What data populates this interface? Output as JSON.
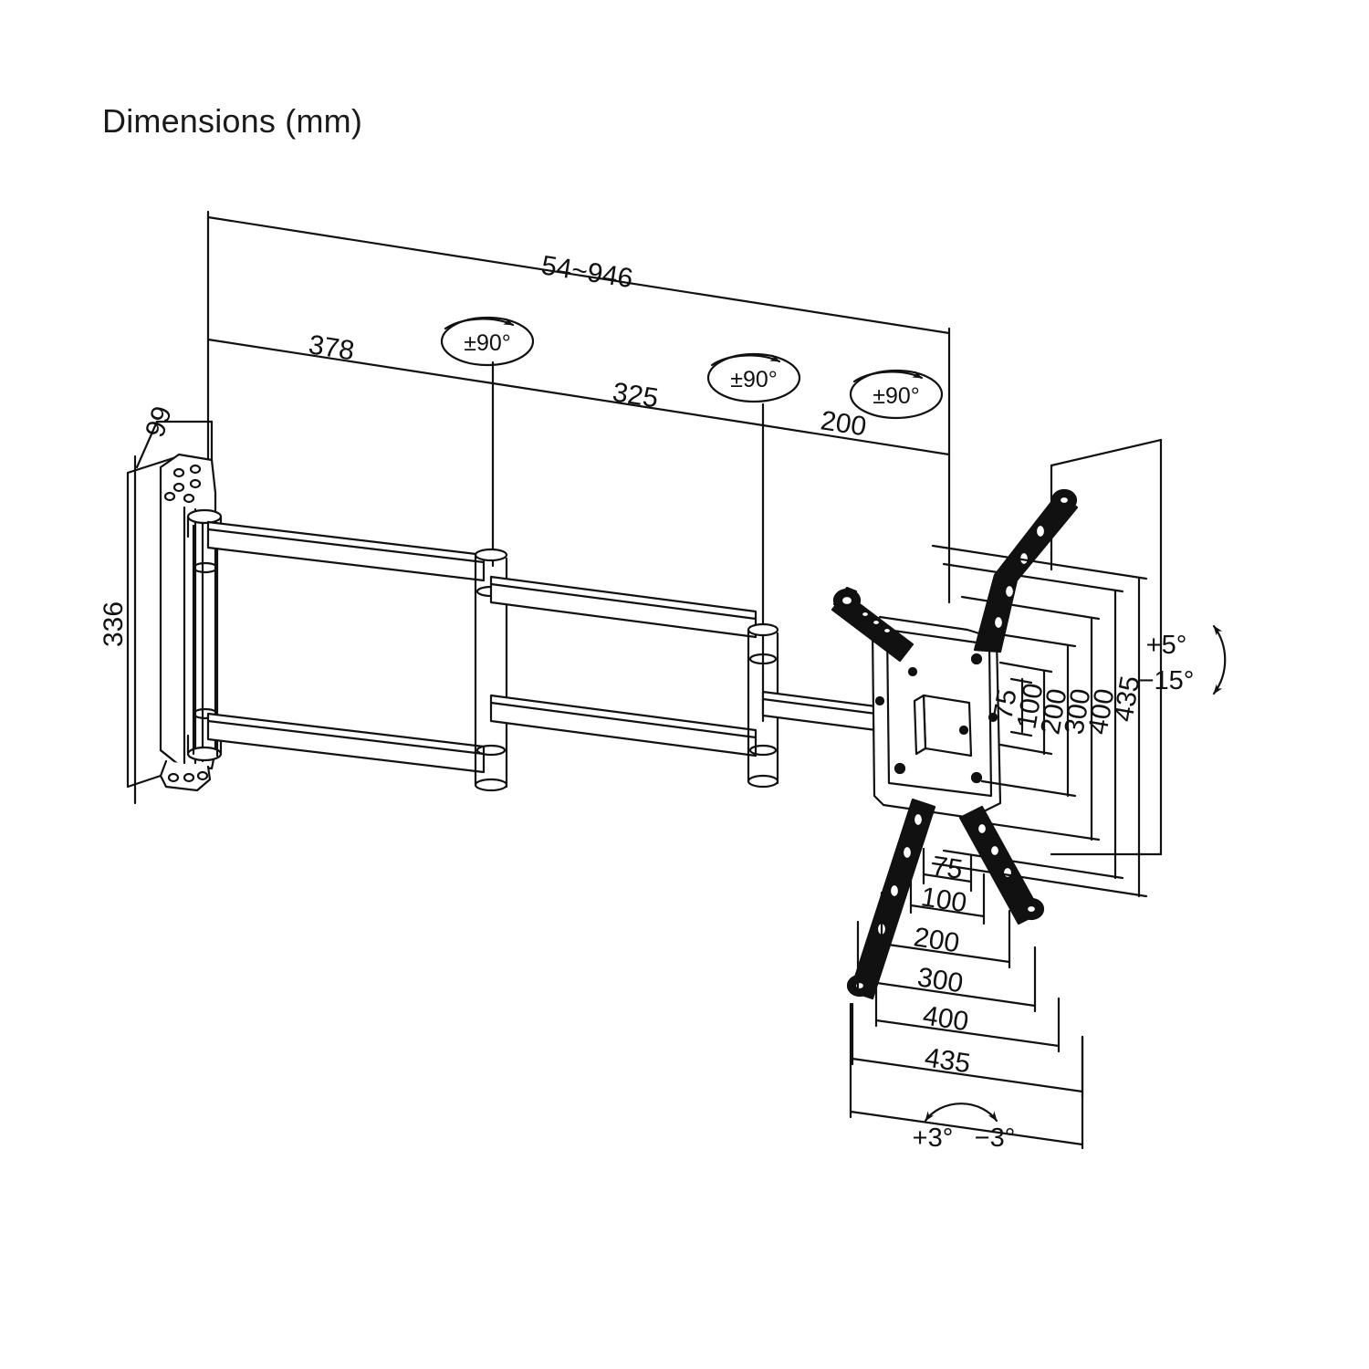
{
  "page": {
    "title": "Dimensions (mm)",
    "background_color": "#ffffff",
    "line_color": "#111111"
  },
  "drawing": {
    "type": "isometric-technical-dimension-drawing",
    "subject": "full-motion articulating TV wall mount bracket",
    "overall": {
      "extension_range_label": "54~946",
      "arm_segment_1_label": "378",
      "arm_segment_2_label": "325",
      "arm_segment_3_label": "200",
      "wall_plate_depth_label": "99",
      "wall_plate_height_label": "336"
    },
    "rotation_markers": [
      {
        "label": "±90°",
        "joint": "wall-plate-pivot"
      },
      {
        "label": "±90°",
        "joint": "mid-arm-pivot"
      },
      {
        "label": "±90°",
        "joint": "head-pivot"
      }
    ],
    "vesa_vertical": [
      "75",
      "100",
      "200",
      "300",
      "400",
      "435"
    ],
    "vesa_horizontal": [
      "75",
      "100",
      "200",
      "300",
      "400",
      "435"
    ],
    "tilt": {
      "up_label": "+5°",
      "down_label": "−15°"
    },
    "roll": {
      "left_label": "+3°",
      "right_label": "−3°"
    }
  },
  "labels": {
    "d_54_946": "54~946",
    "d_378": "378",
    "d_325": "325",
    "d_200": "200",
    "d_99": "99",
    "d_336": "336",
    "rot1": "±90°",
    "rot2": "±90°",
    "rot3": "±90°",
    "v_75": "75",
    "v_100": "100",
    "v_200": "200",
    "v_300": "300",
    "v_400": "400",
    "v_435": "435",
    "h_75": "75",
    "h_100": "100",
    "h_200": "200",
    "h_300": "300",
    "h_400": "400",
    "h_435": "435",
    "tilt_up": "+5°",
    "tilt_down": "−15°",
    "roll_left": "+3°",
    "roll_right": "−3°"
  }
}
